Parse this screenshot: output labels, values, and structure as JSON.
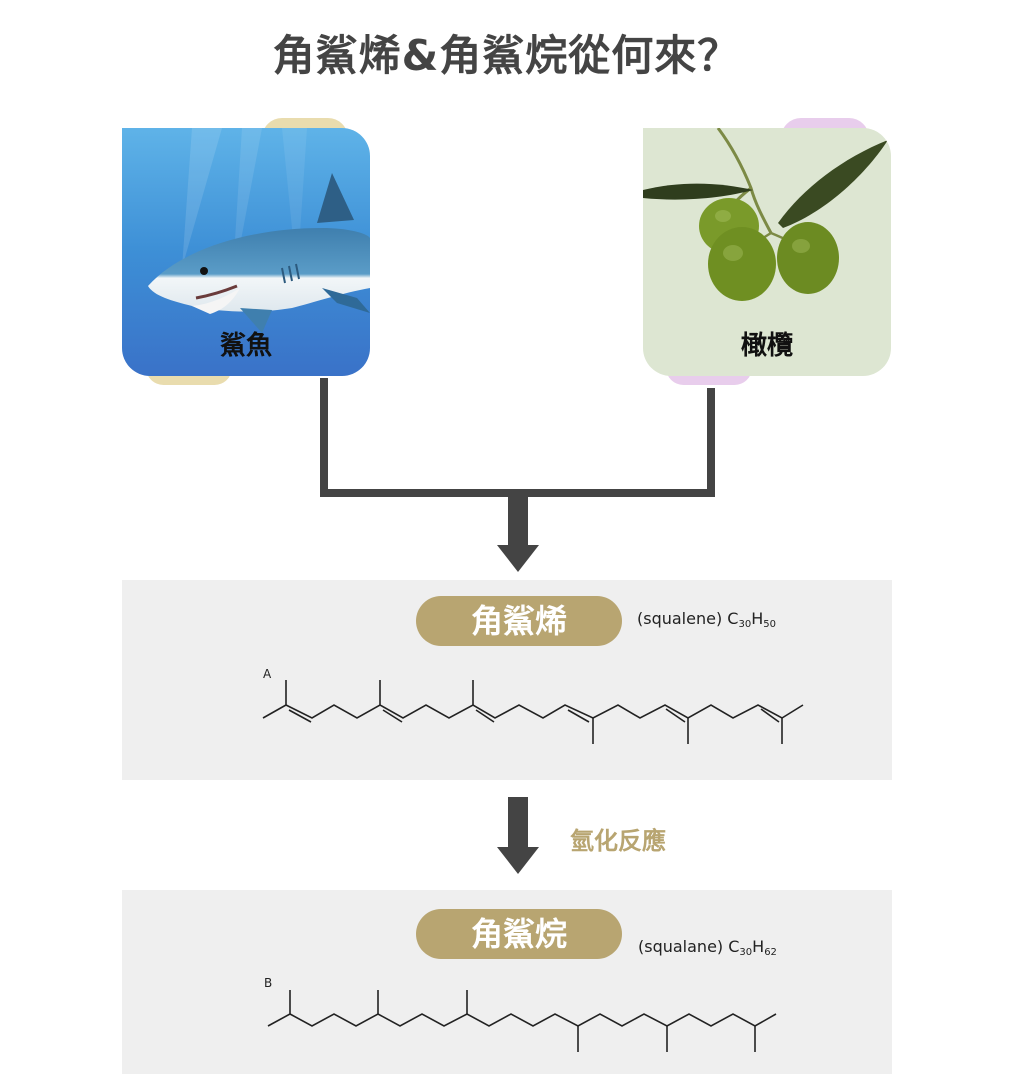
{
  "title": "角鯊烯&角鯊烷從何來？",
  "sources": [
    {
      "label": "鯊魚",
      "icon": "shark-icon",
      "blob_color": "#e9dcae"
    },
    {
      "label": "橄欖",
      "icon": "olive-icon",
      "blob_color": "#e8cdec"
    }
  ],
  "squalene": {
    "name": "角鯊烯",
    "english": "(squalene)",
    "formula_C": "C",
    "formula_C_sub": "30",
    "formula_H": "H",
    "formula_H_sub": "50",
    "struct_label": "A"
  },
  "reaction": "氫化反應",
  "squalane": {
    "name": "角鯊烷",
    "english": "(squalane)",
    "formula_C": "C",
    "formula_C_sub": "30",
    "formula_H": "H",
    "formula_H_sub": "62",
    "struct_label": "B"
  },
  "colors": {
    "accent": "#b8a571",
    "arrow": "#444444",
    "panel": "#efefef"
  }
}
